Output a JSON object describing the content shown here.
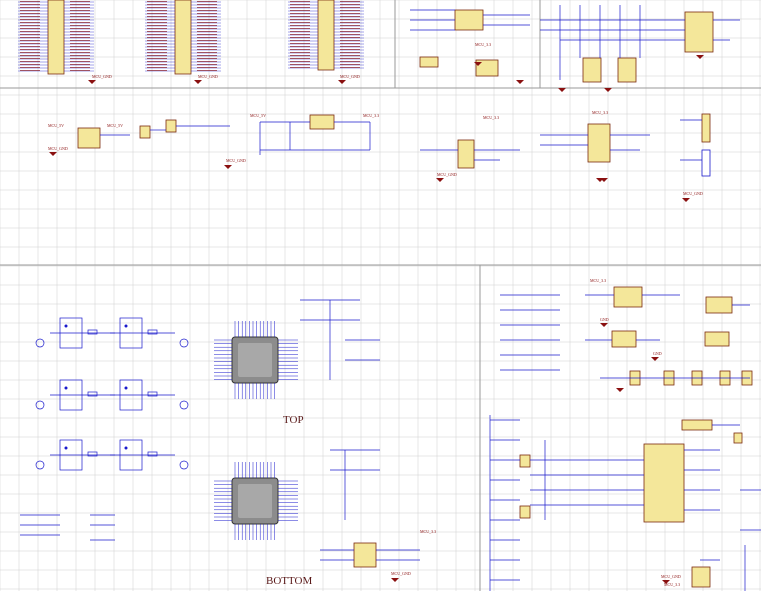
{
  "sheet": {
    "title_labels": {
      "top": "TOP",
      "bottom": "BOTTOM"
    },
    "net_labels": {
      "gnd": "MCU_GND",
      "v33": "MCU_3.3",
      "v5": "MCU_5V",
      "gnd_short": "GND"
    },
    "colors": {
      "grid": "#cfcfcf",
      "wire": "#1a1acc",
      "component_fill": "#f4e79a",
      "component_stroke": "#7a2a10",
      "text": "#8a1010"
    }
  }
}
